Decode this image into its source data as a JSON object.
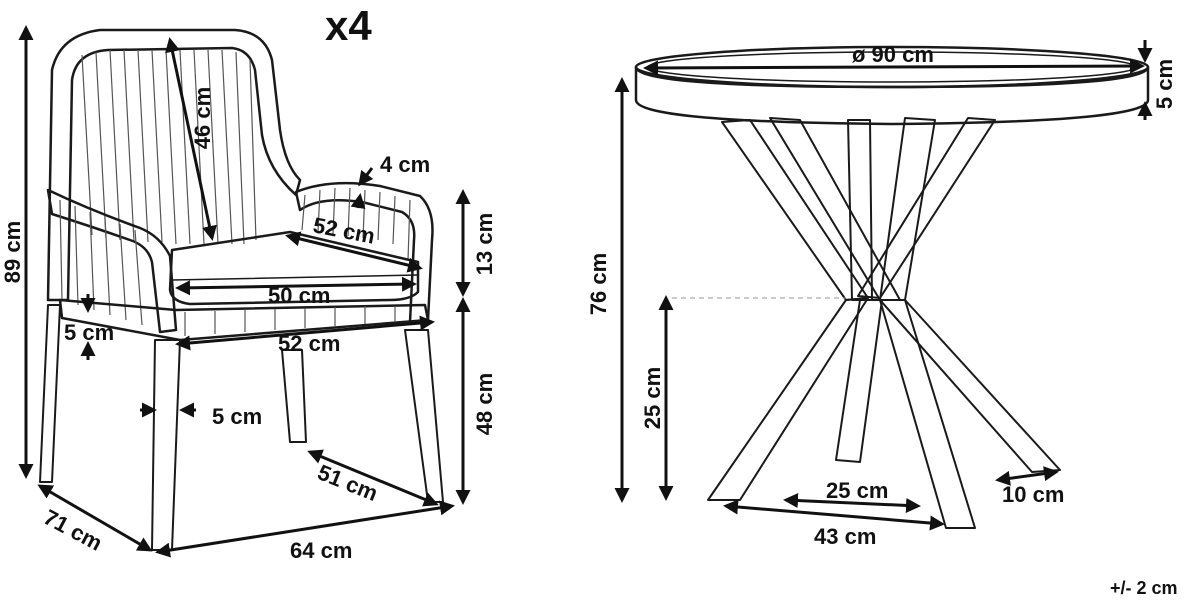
{
  "multiplier": "x4",
  "tolerance": "+/- 2 cm",
  "chair": {
    "total_height": "89 cm",
    "backrest_height": "46 cm",
    "armrest_thickness": "4 cm",
    "seat_depth": "52 cm",
    "seat_width": "50 cm",
    "front_width": "52 cm",
    "armrest_height": "13 cm",
    "seat_height": "48 cm",
    "frame_thickness": "5 cm",
    "leg_thickness": "5 cm",
    "leg_spread": "51 cm",
    "depth": "71 cm",
    "width": "64 cm"
  },
  "table": {
    "diameter": "ø 90 cm",
    "top_thickness": "5 cm",
    "height": "76 cm",
    "cross_height": "25 cm",
    "base_inner": "25 cm",
    "base_width": "43 cm",
    "leg_foot": "10 cm"
  },
  "colors": {
    "line": "#1a1a1a",
    "weave": "#555555",
    "background": "#ffffff"
  }
}
